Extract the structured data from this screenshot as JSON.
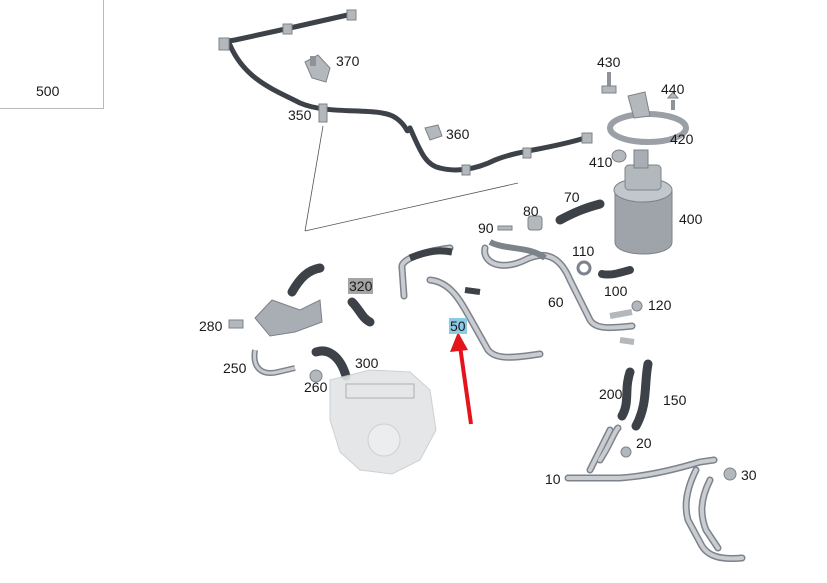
{
  "diagram": {
    "callouts": {
      "c500": "500",
      "c370": "370",
      "c350": "350",
      "c360": "360",
      "c430": "430",
      "c440": "440",
      "c420": "420",
      "c410": "410",
      "c400": "400",
      "c70": "70",
      "c80": "80",
      "c90": "90",
      "c110": "110",
      "c100": "100",
      "c120": "120",
      "c60": "60",
      "c320": "320",
      "c50": "50",
      "c280": "280",
      "c250": "250",
      "c300": "300",
      "c260": "260",
      "c200": "200",
      "c150": "150",
      "c20": "20",
      "c10": "10",
      "c30": "30"
    },
    "colors": {
      "hose": "#3d4248",
      "metal": "#b3b8bd",
      "metal_edge": "#7d838a",
      "faded_pump": "#e2e4e6",
      "arrow": "#e3141b",
      "highlight_grey": "#a5a5a5",
      "highlight_blue": "#8ccbe6"
    }
  }
}
